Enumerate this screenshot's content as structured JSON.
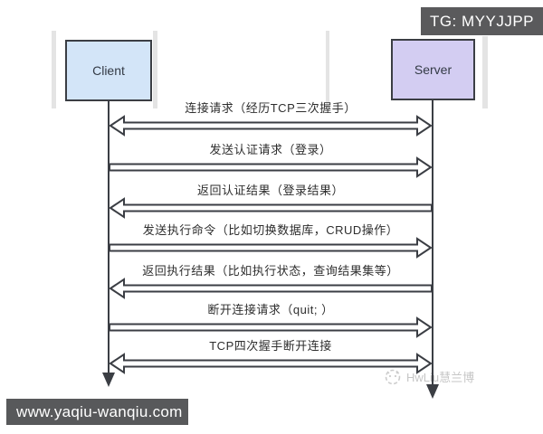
{
  "badge": {
    "text": "TG: MYYJJPP"
  },
  "actors": {
    "client": "Client",
    "server": "Server"
  },
  "messages": [
    {
      "label": "连接请求（经历TCP三次握手）",
      "direction": "both"
    },
    {
      "label": "发送认证请求（登录）",
      "direction": "right"
    },
    {
      "label": "返回认证结果（登录结果）",
      "direction": "left"
    },
    {
      "label": "发送执行命令（比如切换数据库，CRUD操作）",
      "direction": "right"
    },
    {
      "label": "返回执行结果（比如执行状态，查询结果集等）",
      "direction": "left"
    },
    {
      "label": "断开连接请求（quit; ）",
      "direction": "right"
    },
    {
      "label": "TCP四次握手断开连接",
      "direction": "both"
    }
  ],
  "watermark": {
    "text": "HwLiu慧兰博"
  },
  "footer": {
    "url": "www.yaqiu-wanqiu.com"
  },
  "colors": {
    "client_fill": "#d3e5f8",
    "server_fill": "#d3cdf2",
    "line": "#3b3e44",
    "badge_bg": "#5a5a5c",
    "footer_bg": "#58595b",
    "watermark_gray": "#c6c6c6"
  }
}
